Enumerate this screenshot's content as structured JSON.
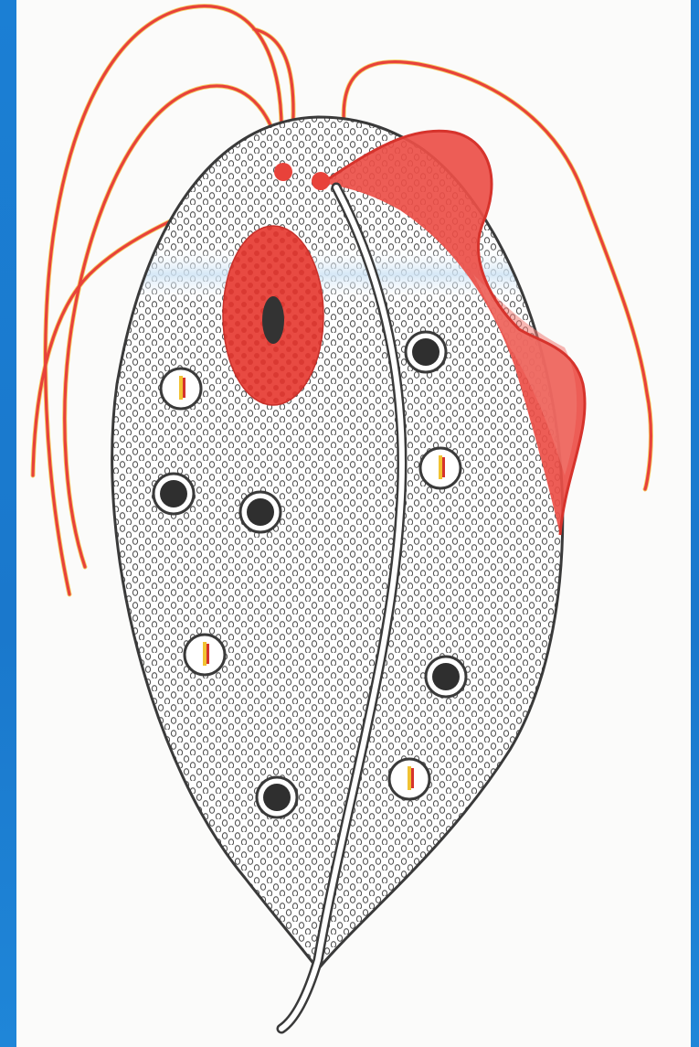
{
  "figure": {
    "subject": "flagellate-protozoan-illustration",
    "colors": {
      "slide_background": "#1b7fd4",
      "panel_background": "#fbfbfa",
      "flagella": "#e8423a",
      "flagella_highlight": "#f4c542",
      "undulating_membrane": "#ec4f48",
      "undulating_membrane_light": "#f07b74",
      "nucleus": "#e84a42",
      "nucleus_spots": "#d8322c",
      "nucleolus": "#333333",
      "cell_outline": "#3a3a3a",
      "cytoplasm_granules": "#555555",
      "granule_dark": "#2f2f2f",
      "vacuole_accent_red": "#d6332c",
      "vacuole_accent_yellow": "#f1c232",
      "pale_band": "#cfe4f5"
    },
    "icons": [
      "flagellum",
      "basal-body",
      "nucleus",
      "axostyle",
      "undulating-membrane",
      "granule",
      "vacuole"
    ]
  }
}
